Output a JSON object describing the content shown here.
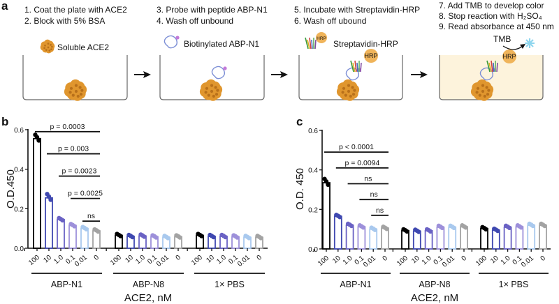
{
  "panel_a": {
    "label": "a",
    "steps": [
      "1. Coat the plate with ACE2",
      "2. Block with 5% BSA",
      "3. Probe with peptide ABP-N1",
      "4. Wash off unbound",
      "5. Incubate with Streptavidin-HRP",
      "6. Wash off ubound",
      "7. Add TMB to develop color",
      "8. Stop reaction with H₂SO₄",
      "9. Read absorbance at 450 nm"
    ],
    "labels": {
      "ace2": "Soluble ACE2",
      "peptide": "Biotinylated ABP-N1",
      "strep": "Streptavidin-HRP",
      "hrp": "HRP",
      "tmb": "TMB"
    },
    "colors": {
      "ace2": "#e0962e",
      "hrp": "#f0b45a",
      "developed_well": "#fdf3dc",
      "tmb": "#8fd6ee"
    }
  },
  "chart_data": [
    {
      "panel_label": "b",
      "type": "bar",
      "ylabel": "O.D.450",
      "xlabel": "ACE2, nM",
      "ylim": [
        0,
        0.6
      ],
      "yticks": [
        "0.0",
        "0.2",
        "0.4",
        "0.6"
      ],
      "categories": [
        "100",
        "10",
        "1.0",
        "0.1",
        "0.01",
        "0"
      ],
      "groups": [
        {
          "name": "ABP-N1",
          "values": [
            0.555,
            0.255,
            0.145,
            0.115,
            0.1,
            0.088
          ]
        },
        {
          "name": "ABP-N8",
          "values": [
            0.065,
            0.06,
            0.062,
            0.058,
            0.055,
            0.058
          ]
        },
        {
          "name": "1× PBS",
          "values": [
            0.065,
            0.06,
            0.06,
            0.058,
            0.055,
            0.055
          ]
        }
      ],
      "significance": [
        {
          "from": "100",
          "to": "0",
          "y": 0.59,
          "label": "p = 0.0003"
        },
        {
          "from": "10",
          "to": "0",
          "y": 0.478,
          "label": "p = 0.003"
        },
        {
          "from": "1.0",
          "to": "0",
          "y": 0.365,
          "label": "p = 0.0023"
        },
        {
          "from": "0.1",
          "to": "0",
          "y": 0.252,
          "label": "p = 0.0025"
        },
        {
          "from": "0.01",
          "to": "0",
          "y": 0.137,
          "label": "ns"
        }
      ],
      "grid": false
    },
    {
      "panel_label": "c",
      "type": "bar",
      "ylabel": "O.D. 450",
      "xlabel": "ACE2, nM",
      "ylim": [
        0,
        0.6
      ],
      "yticks": [
        "0.0",
        "0.2",
        "0.4",
        "0.6"
      ],
      "categories": [
        "100",
        "10",
        "1.0",
        "0.1",
        "0.01",
        "0"
      ],
      "groups": [
        {
          "name": "ABP-N1",
          "values": [
            0.335,
            0.165,
            0.12,
            0.112,
            0.1,
            0.105
          ]
        },
        {
          "name": "ABP-N8",
          "values": [
            0.092,
            0.09,
            0.092,
            0.11,
            0.11,
            0.112
          ]
        },
        {
          "name": "1× PBS",
          "values": [
            0.103,
            0.095,
            0.11,
            0.112,
            0.12,
            0.12
          ]
        }
      ],
      "significance": [
        {
          "from": "100",
          "to": "0",
          "y": 0.49,
          "label": "p < 0.0001"
        },
        {
          "from": "10",
          "to": "0",
          "y": 0.41,
          "label": "p = 0.0094"
        },
        {
          "from": "1.0",
          "to": "0",
          "y": 0.33,
          "label": "ns"
        },
        {
          "from": "0.1",
          "to": "0",
          "y": 0.25,
          "label": "ns"
        },
        {
          "from": "0.01",
          "to": "0",
          "y": 0.17,
          "label": "ns"
        }
      ],
      "grid": false
    }
  ],
  "bar_colors": [
    "#000000",
    "#3f48b0",
    "#6a62c4",
    "#9d90da",
    "#a9c9ee",
    "#a3a3a3"
  ]
}
